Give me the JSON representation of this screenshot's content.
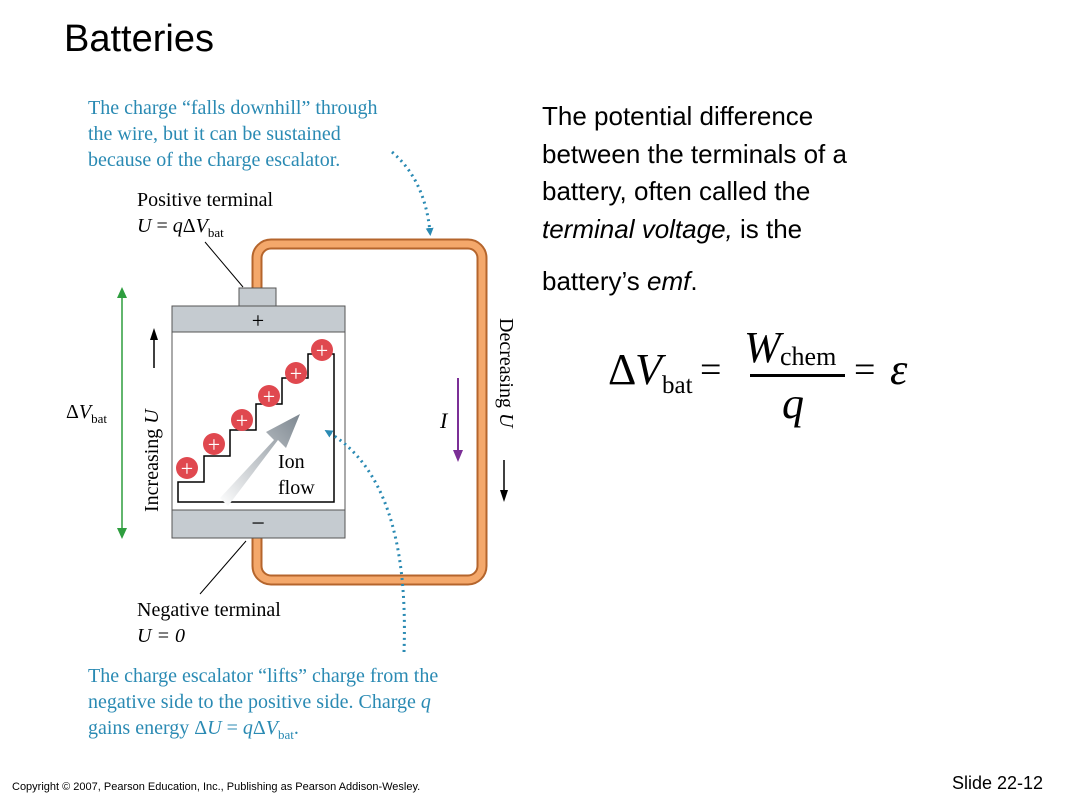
{
  "title": "Batteries",
  "paragraph": {
    "line1": "The potential difference",
    "line2": "between the terminals of a",
    "line3_a": "battery, often called the",
    "line4_em": "terminal voltage,",
    "line4_b": " is the",
    "line5_a": "battery’s ",
    "line5_em": "emf",
    "line5_b": "."
  },
  "formula": {
    "delta": "Δ",
    "V": "V",
    "V_sub": "bat",
    "eq": "=",
    "W": "W",
    "W_sub": "chem",
    "q": "q",
    "eq2": "=",
    "epsilon": "ε"
  },
  "diagram": {
    "caption_top": [
      "The charge “falls downhill” through",
      "the wire, but it can be sustained",
      "because of the charge escalator."
    ],
    "positive_terminal": "Positive terminal",
    "positive_eq": {
      "U": "U",
      "eq": " = ",
      "q": "q",
      "delta": "Δ",
      "V": "V",
      "sub": "bat"
    },
    "negative_terminal": "Negative terminal",
    "negative_eq": "U = 0",
    "plus_sign": "+",
    "minus_sign": "−",
    "increasing": "Increasing ",
    "increasing_U": "U",
    "decreasing": "Decreasing ",
    "decreasing_U": "U",
    "delta_v": {
      "delta": "Δ",
      "V": "V",
      "sub": "bat"
    },
    "current": "I",
    "ion_flow": [
      "Ion",
      "flow"
    ],
    "ion_symbol": "+",
    "caption_bottom": [
      "The charge escalator “lifts” charge from the",
      "negative side to the positive side. Charge ",
      "gains energy "
    ],
    "caption_bottom_q": "q",
    "caption_bottom_eq": {
      "delta": "Δ",
      "U": "U",
      "eq": " = ",
      "q": "q",
      "delta2": "Δ",
      "V": "V",
      "sub": "bat",
      "end": "."
    },
    "colors": {
      "caption": "#2a8ab3",
      "wire": "#f4a86b",
      "wire_border": "#b5652c",
      "ion": "#e0484f",
      "battery_gray": "#c5cbd0",
      "current_arrow": "#7b2f96",
      "dv_arrow": "#2e9e3f",
      "dotted_arrow": "#2a8ab3"
    }
  },
  "footer": {
    "copyright": "Copyright © 2007, Pearson Education, Inc., Publishing as Pearson Addison-Wesley.",
    "slide": "Slide 22-12"
  }
}
